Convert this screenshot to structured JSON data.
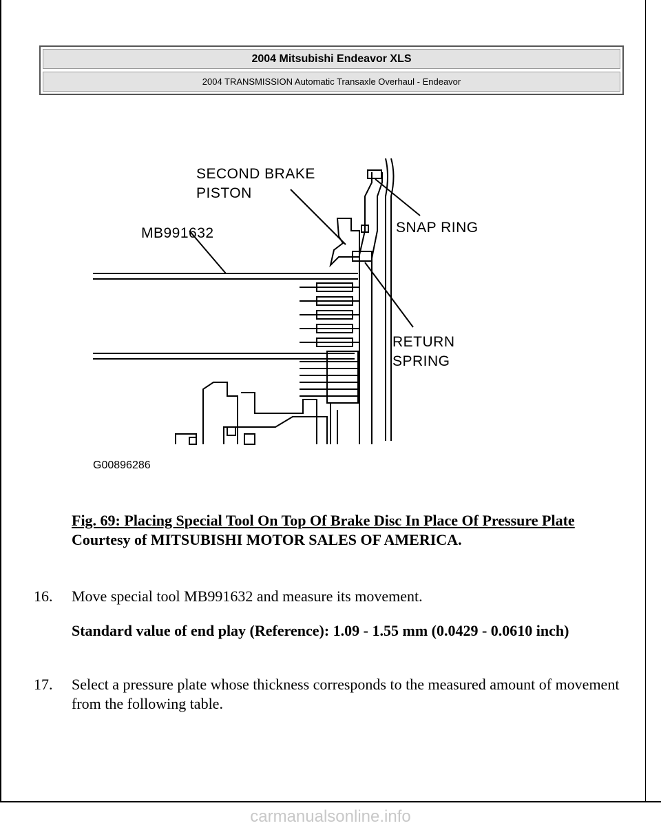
{
  "header": {
    "title": "2004 Mitsubishi Endeavor XLS",
    "subtitle": "2004 TRANSMISSION Automatic Transaxle Overhaul - Endeavor"
  },
  "figure": {
    "labels": {
      "second_brake_line1": "SECOND BRAKE",
      "second_brake_line2": "PISTON",
      "tool": "MB991632",
      "snap_ring": "SNAP RING",
      "return_line1": "RETURN",
      "return_line2": "SPRING",
      "figure_id": "G00896286"
    }
  },
  "caption": {
    "title": "Fig. 69: Placing Special Tool On Top Of Brake Disc In Place Of Pressure Plate",
    "courtesy": "Courtesy of MITSUBISHI MOTOR SALES OF AMERICA."
  },
  "steps": [
    {
      "number": "16.",
      "text": "Move special tool MB991632 and measure its movement."
    },
    {
      "number": "17.",
      "text": "Select a pressure plate whose thickness corresponds to the measured amount of movement from the following table."
    }
  ],
  "spec": "Standard value of end play (Reference): 1.09 - 1.55 mm (0.0429 - 0.0610 inch)",
  "footer": "carmanualsonline.info"
}
